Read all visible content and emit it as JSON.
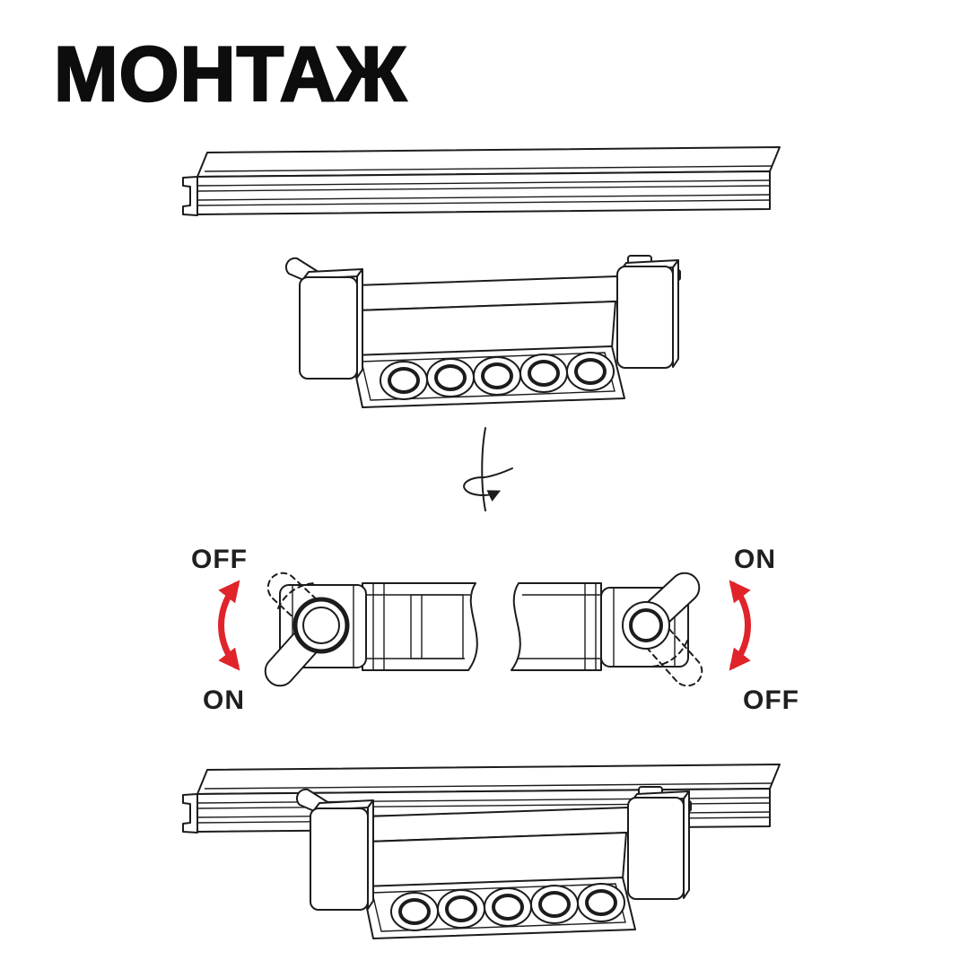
{
  "title": "МОНТАЖ",
  "colors": {
    "background": "#ffffff",
    "line": "#1c1c1c",
    "accent_red": "#e0242a",
    "title": "#0d0d0d"
  },
  "icons": {
    "rotation_axis": "rotate-axis-icon",
    "direction_arrows": "curved-arrow-icon"
  },
  "switch_diagram": {
    "labels": {
      "left_top": "OFF",
      "left_bottom": "ON",
      "right_top": "ON",
      "right_bottom": "OFF"
    }
  }
}
